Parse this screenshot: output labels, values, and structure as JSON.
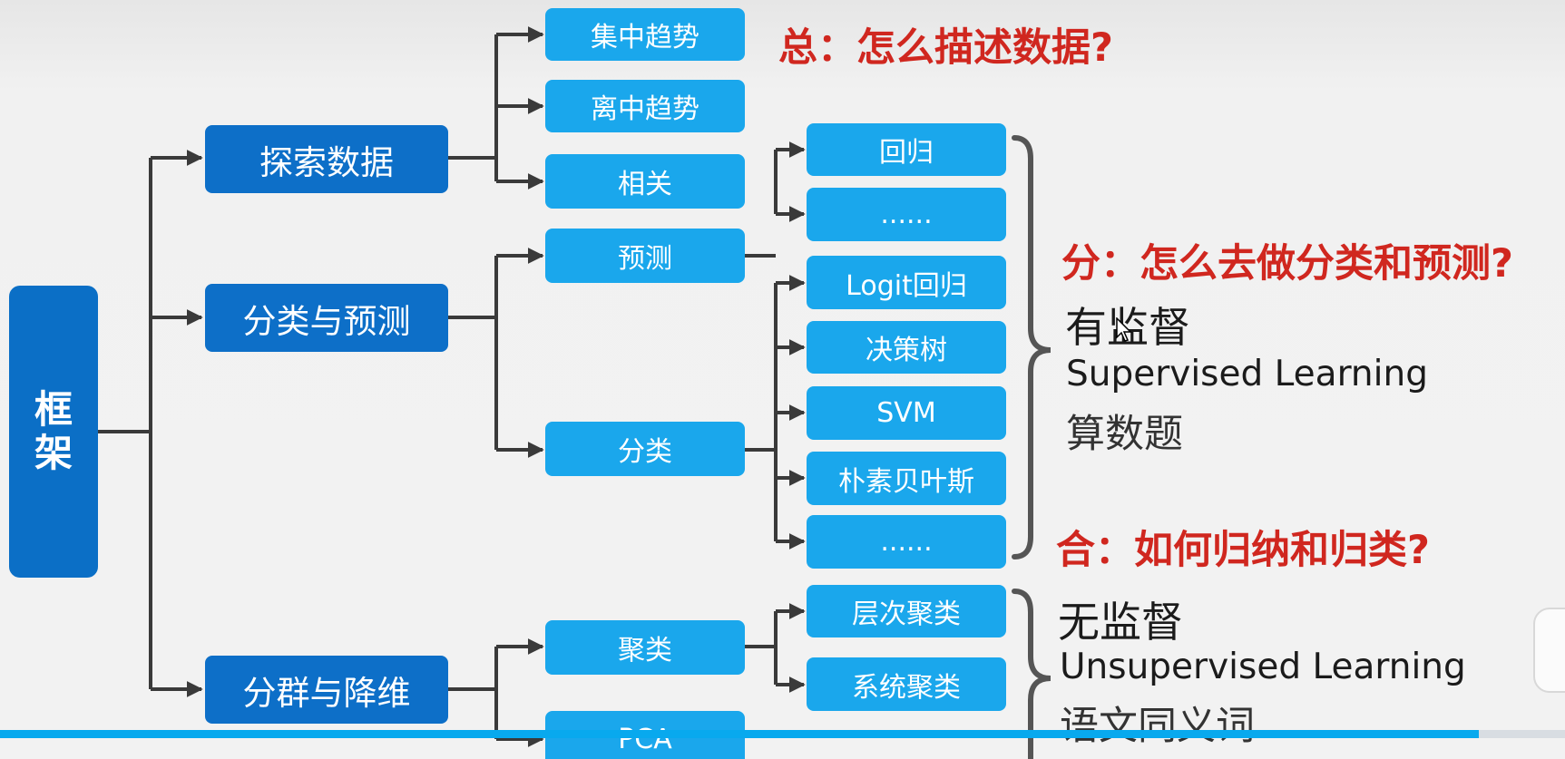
{
  "diagram": {
    "root": {
      "label": "框架"
    },
    "explore": {
      "label": "探索数据",
      "children": {
        "central": "集中趋势",
        "dispersion": "离中趋势",
        "correlation": "相关"
      }
    },
    "classify_predict": {
      "label": "分类与预测",
      "predict": {
        "label": "预测",
        "children": {
          "regression": "回归",
          "more": "......"
        }
      },
      "classify": {
        "label": "分类",
        "children": {
          "logit": "Logit回归",
          "decision_tree": "决策树",
          "svm": "SVM",
          "naive_bayes": "朴素贝叶斯",
          "more": "......"
        }
      }
    },
    "cluster_reduce": {
      "label": "分群与降维",
      "cluster": {
        "label": "聚类",
        "children": {
          "hierarchical": "层次聚类",
          "systematic": "系统聚类"
        }
      },
      "pca": {
        "label": "PCA"
      }
    }
  },
  "annotations": {
    "describe": {
      "heading": "总：怎么描述数据?"
    },
    "supervised": {
      "heading": "分：怎么去做分类和预测?",
      "cn": "有监督",
      "en": "Supervised Learning",
      "example": "算数题"
    },
    "unsupervised": {
      "heading": "合：如何归纳和归类?",
      "cn": "无监督",
      "en": "Unsupervised Learning",
      "example": "语文同义词"
    }
  },
  "player": {
    "progress": 0.945
  },
  "colors": {
    "root": "#0b6fc6",
    "level1": "#0d6fc8",
    "leaf": "#1aa7ec",
    "connector": "#3a3a3a",
    "heading": "#d0271f",
    "progress": "#08a9ee"
  }
}
